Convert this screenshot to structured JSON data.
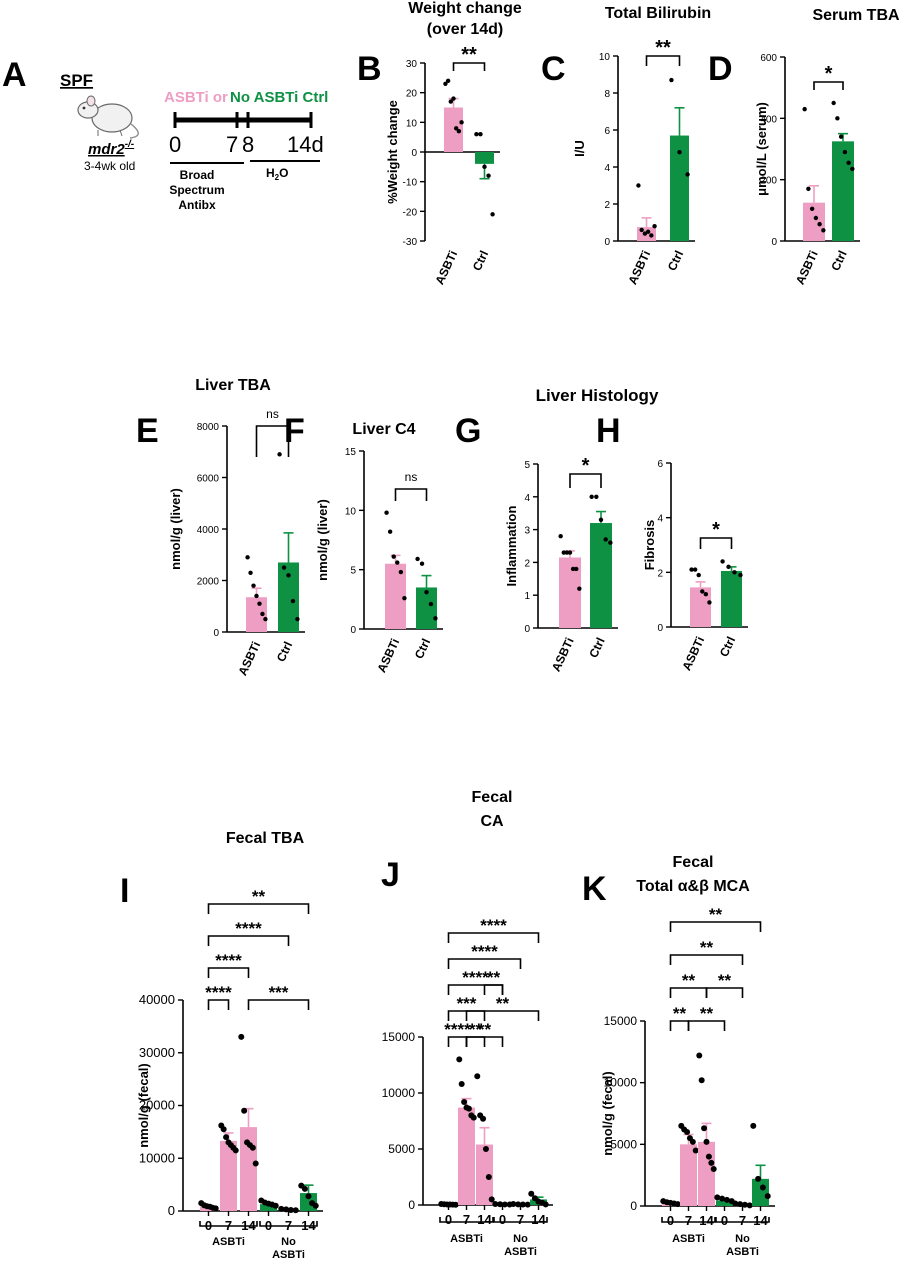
{
  "colors": {
    "asbti": "#EE9EC3",
    "ctrl": "#0E9143",
    "dark": "#1a1a1a"
  },
  "panelA": {
    "letter": "A",
    "spf": "SPF",
    "mouse_line1": "mdr2",
    "mouse_sup": "-/-",
    "mouse_line2": "3-4wk old",
    "treat_asbti": "ASBTi or",
    "treat_ctrl": "No ASBTi Ctrl",
    "tick0": "0",
    "tick7": "7",
    "tick8": "8",
    "tick14": "14d",
    "abx1": "Broad",
    "abx2": "Spectrum",
    "abx3": "Antibx",
    "water": "H",
    "water_sub": "2",
    "water_end": "O"
  },
  "liver_histology_title": "Liver Histology",
  "chart_data": [
    {
      "id": "B",
      "letter": "B",
      "type": "bar",
      "title": [
        "Weight change",
        "(over 14d)"
      ],
      "ylabel": "%Weight change",
      "ylim": [
        -30,
        30
      ],
      "yticks": [
        -30,
        -20,
        -10,
        0,
        10,
        20,
        30
      ],
      "categories": [
        "ASBTi",
        "Ctrl"
      ],
      "values": [
        15,
        -4
      ],
      "errors": [
        3,
        5
      ],
      "points": [
        [
          23,
          24,
          17,
          18,
          8,
          7,
          10
        ],
        [
          6,
          6,
          -5,
          -8,
          -21
        ]
      ],
      "sig": [
        {
          "from": 0,
          "to": 1,
          "label": "**",
          "y": 30
        }
      ]
    },
    {
      "id": "C",
      "letter": "C",
      "type": "bar",
      "title": [
        "Total Bilirubin"
      ],
      "ylabel": "I/U",
      "ylim": [
        0,
        10
      ],
      "yticks": [
        0,
        2,
        4,
        6,
        8,
        10
      ],
      "categories": [
        "ASBTi",
        "Ctrl"
      ],
      "values": [
        0.75,
        5.7
      ],
      "errors": [
        0.5,
        1.5
      ],
      "points": [
        [
          3,
          0.6,
          0.4,
          0.5,
          0.3,
          0.8
        ],
        [
          8.7,
          4.8,
          3.6
        ]
      ],
      "sig": [
        {
          "from": 0,
          "to": 1,
          "label": "**",
          "y": 10
        }
      ]
    },
    {
      "id": "D",
      "letter": "D",
      "type": "bar",
      "title": [
        "Serum TBA"
      ],
      "ylabel": "μmol/L (serum)",
      "ylim": [
        0,
        600
      ],
      "yticks": [
        0,
        200,
        400,
        600
      ],
      "categories": [
        "ASBTi",
        "Ctrl"
      ],
      "values": [
        125,
        325
      ],
      "errors": [
        55,
        25
      ],
      "points": [
        [
          430,
          170,
          105,
          75,
          55,
          35
        ],
        [
          450,
          400,
          340,
          290,
          255,
          235
        ]
      ],
      "sig": [
        {
          "from": 0,
          "to": 1,
          "label": "*",
          "y": 520
        }
      ]
    },
    {
      "id": "E",
      "letter": "E",
      "type": "bar",
      "title": [
        "Liver TBA"
      ],
      "ylabel": "nmol/g (liver)",
      "ylim": [
        0,
        8000
      ],
      "yticks": [
        0,
        2000,
        4000,
        6000,
        8000
      ],
      "categories": [
        "ASBTi",
        "Ctrl"
      ],
      "values": [
        1350,
        2700
      ],
      "errors": [
        350,
        1150
      ],
      "points": [
        [
          2900,
          2300,
          1800,
          1400,
          1100,
          700,
          500
        ],
        [
          6900,
          2500,
          2200,
          1200,
          500
        ]
      ],
      "sig": [
        {
          "from": 0,
          "to": 1,
          "label": "ns",
          "y": 8000
        }
      ]
    },
    {
      "id": "F",
      "letter": "F",
      "type": "bar",
      "title": [
        "Liver C4"
      ],
      "ylabel": "nmol/g (liver)",
      "ylim": [
        0,
        15
      ],
      "yticks": [
        0,
        5,
        10,
        15
      ],
      "categories": [
        "ASBTi",
        "Ctrl"
      ],
      "values": [
        5.5,
        3.5
      ],
      "errors": [
        0.7,
        1.0
      ],
      "points": [
        [
          9.8,
          8.2,
          6.1,
          5.6,
          4.8,
          2.6
        ],
        [
          5.9,
          5.5,
          3.1,
          2.1,
          0.9
        ]
      ],
      "sig": [
        {
          "from": 0,
          "to": 1,
          "label": "ns",
          "y": 11.5
        }
      ]
    },
    {
      "id": "G",
      "letter": "G",
      "type": "bar",
      "title": [],
      "ylabel": "Inflammation",
      "ylim": [
        0,
        5
      ],
      "yticks": [
        0,
        1,
        2,
        3,
        4,
        5
      ],
      "categories": [
        "ASBTi",
        "Ctrl"
      ],
      "values": [
        2.15,
        3.2
      ],
      "errors": [
        0.2,
        0.35
      ],
      "points": [
        [
          2.8,
          2.3,
          2.3,
          2.3,
          1.8,
          1.8,
          1.2
        ],
        [
          4.0,
          4.0,
          3.3,
          2.7,
          2.6
        ]
      ],
      "sig": [
        {
          "from": 0,
          "to": 1,
          "label": "*",
          "y": 4.5
        }
      ]
    },
    {
      "id": "H",
      "letter": "H",
      "type": "bar",
      "title": [],
      "ylabel": "Fibrosis",
      "ylim": [
        0,
        6
      ],
      "yticks": [
        0,
        2,
        4,
        6
      ],
      "categories": [
        "ASBTi",
        "Ctrl"
      ],
      "values": [
        1.45,
        2.05
      ],
      "errors": [
        0.2,
        0.15
      ],
      "points": [
        [
          2.1,
          2.1,
          1.9,
          1.3,
          1.2,
          0.9
        ],
        [
          2.4,
          2.2,
          2.0,
          1.9
        ]
      ],
      "sig": [
        {
          "from": 0,
          "to": 1,
          "label": "*",
          "y": 3.4
        }
      ]
    },
    {
      "id": "I",
      "letter": "I",
      "type": "bar",
      "title": [
        "Fecal TBA"
      ],
      "ylabel": "nmol/g (fecal)",
      "ylim": [
        0,
        40000
      ],
      "yticks": [
        0,
        10000,
        20000,
        30000,
        40000
      ],
      "categories": [
        "0",
        "7",
        "14",
        "0",
        "7",
        "14"
      ],
      "values": [
        900,
        13300,
        15900,
        1300,
        250,
        3400
      ],
      "errors": [
        150,
        1500,
        3500,
        300,
        100,
        1500
      ],
      "colors": [
        "asbti",
        "asbti",
        "asbti",
        "ctrl",
        "ctrl",
        "ctrl"
      ],
      "points": [
        [
          1500,
          1100,
          900,
          800,
          600,
          500
        ],
        [
          16200,
          15500,
          14000,
          13000,
          12500,
          12000,
          11500
        ],
        [
          33000,
          19000,
          13000,
          12500,
          12000,
          9000
        ],
        [
          2000,
          1600,
          1400,
          1200,
          1000
        ],
        [
          400,
          300,
          200,
          150
        ],
        [
          4800,
          4200,
          2800,
          1500,
          1000
        ]
      ],
      "groups": [
        {
          "label": "ASBTi",
          "from": 0,
          "to": 2
        },
        {
          "label": [
            "No",
            "ASBTi"
          ],
          "from": 3,
          "to": 5
        }
      ],
      "sig": [
        {
          "from": 0,
          "to": 1,
          "label": "****",
          "level": 0
        },
        {
          "from": 0,
          "to": 2,
          "label": "****",
          "level": 1
        },
        {
          "from": 0,
          "to": 4,
          "label": "****",
          "level": 2
        },
        {
          "from": 0,
          "to": 5,
          "label": "**",
          "level": 3
        },
        {
          "from": 2,
          "to": 5,
          "label": "***",
          "level": 0
        }
      ]
    },
    {
      "id": "J",
      "letter": "J",
      "type": "bar",
      "title": [
        "Fecal",
        "CA"
      ],
      "ylabel": "",
      "ylim": [
        0,
        15000
      ],
      "yticks": [
        0,
        5000,
        10000,
        15000
      ],
      "categories": [
        "0",
        "7",
        "14",
        "0",
        "7",
        "14"
      ],
      "values": [
        50,
        8700,
        5400,
        50,
        50,
        500
      ],
      "errors": [
        20,
        800,
        1500,
        20,
        20,
        200
      ],
      "colors": [
        "asbti",
        "asbti",
        "asbti",
        "ctrl",
        "ctrl",
        "ctrl"
      ],
      "points": [
        [
          90,
          70,
          50,
          40,
          30,
          20
        ],
        [
          13000,
          10800,
          9200,
          8700,
          8600,
          8000,
          7800
        ],
        [
          11500,
          8000,
          7700,
          5000,
          2500,
          500
        ],
        [
          90,
          70,
          50,
          40
        ],
        [
          90,
          60,
          40,
          30
        ],
        [
          1000,
          600,
          300,
          200,
          50
        ]
      ],
      "groups": [
        {
          "label": "ASBTi",
          "from": 0,
          "to": 2
        },
        {
          "label": [
            "No",
            "ASBTi"
          ],
          "from": 3,
          "to": 5
        }
      ],
      "sig": [
        {
          "from": 0,
          "to": 1,
          "label": "****",
          "level": 0
        },
        {
          "from": 0,
          "to": 2,
          "label": "***",
          "level": 1
        },
        {
          "from": 0,
          "to": 3,
          "label": "****",
          "level": 2
        },
        {
          "from": 0,
          "to": 4,
          "label": "****",
          "level": 3
        },
        {
          "from": 0,
          "to": 5,
          "label": "****",
          "level": 4
        },
        {
          "from": 1,
          "to": 2,
          "label": "**",
          "level": 0
        },
        {
          "from": 1,
          "to": 3,
          "label": "**",
          "level": 0
        },
        {
          "from": 1,
          "to": 5,
          "label": "**",
          "level": 1
        },
        {
          "from": 2,
          "to": 3,
          "label": "**",
          "level": 2
        }
      ]
    },
    {
      "id": "K",
      "letter": "K",
      "type": "bar",
      "title": [
        "Fecal",
        "Total α&β MCA"
      ],
      "ylabel": "nmol/g (fecal)",
      "ylim": [
        0,
        15000
      ],
      "yticks": [
        0,
        5000,
        10000,
        15000
      ],
      "categories": [
        "0",
        "7",
        "14",
        "0",
        "7",
        "14"
      ],
      "values": [
        250,
        5000,
        5200,
        450,
        120,
        2200
      ],
      "errors": [
        50,
        800,
        1500,
        100,
        40,
        1100
      ],
      "colors": [
        "asbti",
        "asbti",
        "asbti",
        "ctrl",
        "ctrl",
        "ctrl"
      ],
      "points": [
        [
          400,
          300,
          250,
          200,
          150
        ],
        [
          6500,
          6200,
          6000,
          5500,
          5200,
          4500
        ],
        [
          12200,
          10200,
          6300,
          5200,
          4000,
          3500,
          3000
        ],
        [
          700,
          600,
          500,
          400
        ],
        [
          200,
          150,
          100,
          50
        ],
        [
          6500,
          2200,
          1500,
          800
        ]
      ],
      "groups": [
        {
          "label": "ASBTi",
          "from": 0,
          "to": 2
        },
        {
          "label": [
            "No",
            "ASBTi"
          ],
          "from": 3,
          "to": 5
        }
      ],
      "sig": [
        {
          "from": 0,
          "to": 1,
          "label": "**",
          "level": 0
        },
        {
          "from": 0,
          "to": 2,
          "label": "**",
          "level": 1
        },
        {
          "from": 0,
          "to": 4,
          "label": "**",
          "level": 2
        },
        {
          "from": 0,
          "to": 5,
          "label": "**",
          "level": 3
        },
        {
          "from": 1,
          "to": 3,
          "label": "**",
          "level": 0
        },
        {
          "from": 2,
          "to": 4,
          "label": "**",
          "level": 1
        }
      ]
    }
  ]
}
